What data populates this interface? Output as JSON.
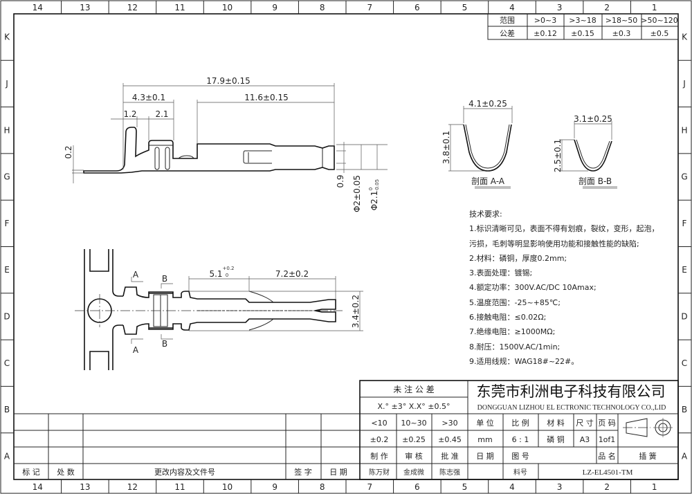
{
  "grid": {
    "columns": [
      "14",
      "13",
      "12",
      "11",
      "10",
      "9",
      "8",
      "7",
      "6",
      "5",
      "4",
      "3",
      "2",
      "1"
    ],
    "rows": [
      "K",
      "J",
      "H",
      "G",
      "F",
      "E",
      "D",
      "C",
      "B",
      "A"
    ]
  },
  "tolerance_table": {
    "header": [
      "范围",
      ">0~3",
      ">3~18",
      ">18~50",
      ">50~120"
    ],
    "values": [
      "公差",
      "±0.12",
      "±0.15",
      "±0.3",
      "±0.5"
    ]
  },
  "side_view": {
    "dim_overall": "17.9±0.15",
    "dim_crimp": "4.3±0.1",
    "dim_contact": "11.6±0.15",
    "dim_a": "1.2",
    "dim_b": "2.1",
    "dim_thickness": "0.2",
    "dim_slot": "0.9",
    "dim_dia1": "Φ2±0.05",
    "dim_dia2": "Φ2.1",
    "dim_dia2_upper": "0",
    "dim_dia2_lower": "-0.05"
  },
  "top_view": {
    "dim_body": "5.1",
    "dim_body_upper": "+0.2",
    "dim_body_lower": "0",
    "dim_tip": "7.2±0.2",
    "dim_width": "3.4±0.2",
    "cut_a": "A",
    "cut_b": "B"
  },
  "sections": {
    "aa_width": "4.1±0.25",
    "aa_height": "3.8±0.1",
    "aa_label": "剖面 A-A",
    "bb_width": "3.1±0.25",
    "bb_height": "2.5±0.1",
    "bb_label": "剖面 B-B"
  },
  "requirements": {
    "title": "技术要求:",
    "lines": [
      "1.标识清晰可见，表面不得有划痕，裂纹，变形，起泡，",
      "污损，毛刺等明显影响使用功能和接触性能的缺陷;",
      "2.材料：磷铜，厚度0.2mm;",
      "3.表面处理：镀锡;",
      "4.额定功率：300V.AC/DC   10Amax;",
      "5.温度范围：-25~+85℃;",
      "6.接触电阻：≤0.02Ω;",
      "7.绝缘电阻：≥1000MΩ;",
      "8.耐压：1500V.AC/1min;",
      "9.适用线规：WAG18#~22#。"
    ]
  },
  "revision_table": {
    "headers": [
      "标 记",
      "处 数",
      "更改内容及文件号",
      "签 字",
      "日 期"
    ]
  },
  "title_block": {
    "tol_title": "未 注 公 差",
    "angle_tol": "X.° ±3°   X.X° ±0.5°",
    "ranges": [
      "<10",
      "10~30",
      ">30"
    ],
    "range_tols": [
      "±0.2",
      "±0.25",
      "±0.45"
    ],
    "roles": [
      "制 作",
      "审 核",
      "批 准"
    ],
    "people": [
      "陈万财",
      "金成微",
      "陈志强"
    ],
    "company_cn": "东莞市利洲电子科技有限公司",
    "company_en": "DONGGUAN LIZHOU EL ECTRONIC TECHNOLOGY CO.,LID",
    "unit_label": "单 位",
    "unit_value": "mm",
    "scale_label": "比 例",
    "scale_value": "6 : 1",
    "material_label": "材 料",
    "material_value": "磷 铜",
    "size_label": "尺 寸",
    "size_value": "A3",
    "page_label": "页 码",
    "page_value": "1of1",
    "date_label": "日 期",
    "drawing_no_label": "图 号",
    "part_name_label": "品 名",
    "part_name_value": "插 簧",
    "part_no_label": "料号",
    "part_no_value": "LZ-EL4501-TM"
  }
}
